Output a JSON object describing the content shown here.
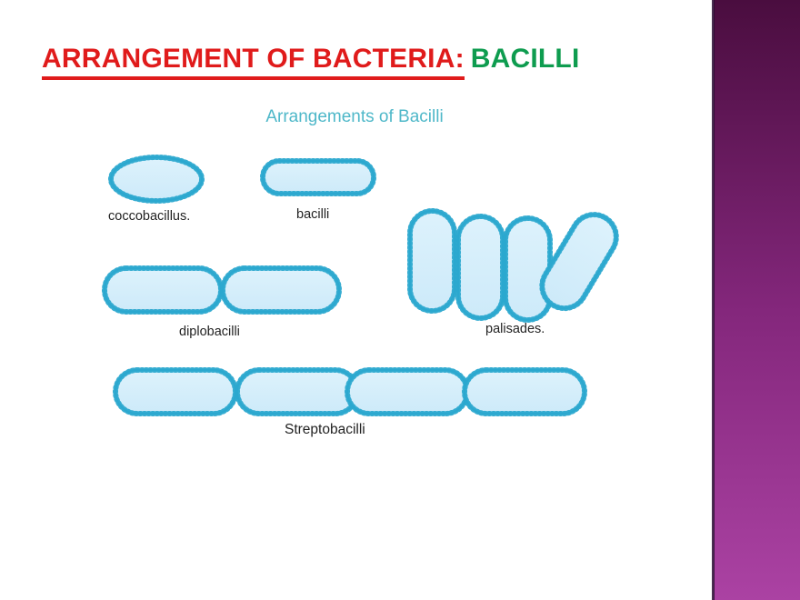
{
  "slide": {
    "title_main": "ARRANGEMENT OF BACTERIA:",
    "title_accent": "BACILLI",
    "title_main_color": "#e01b1b",
    "title_accent_color": "#0e9c4f",
    "background_color": "#ffffff"
  },
  "decor": {
    "band_top_color": "#4a0d3f",
    "band_mid_color": "#84277c",
    "band_bottom_color": "#ab42a3",
    "band_edge_color": "#2a0a33"
  },
  "figure": {
    "heading": "Arrangements of Bacilli",
    "heading_color": "#4fb8c9",
    "cell_fill": "#d3eefb",
    "cell_stroke": "#2ba8cf",
    "labels": {
      "coccobacillus": "coccobacillus.",
      "bacilli": "bacilli",
      "diplobacilli": "diplobacilli",
      "palisades": "palisades.",
      "streptobacilli": "Streptobacilli"
    }
  }
}
